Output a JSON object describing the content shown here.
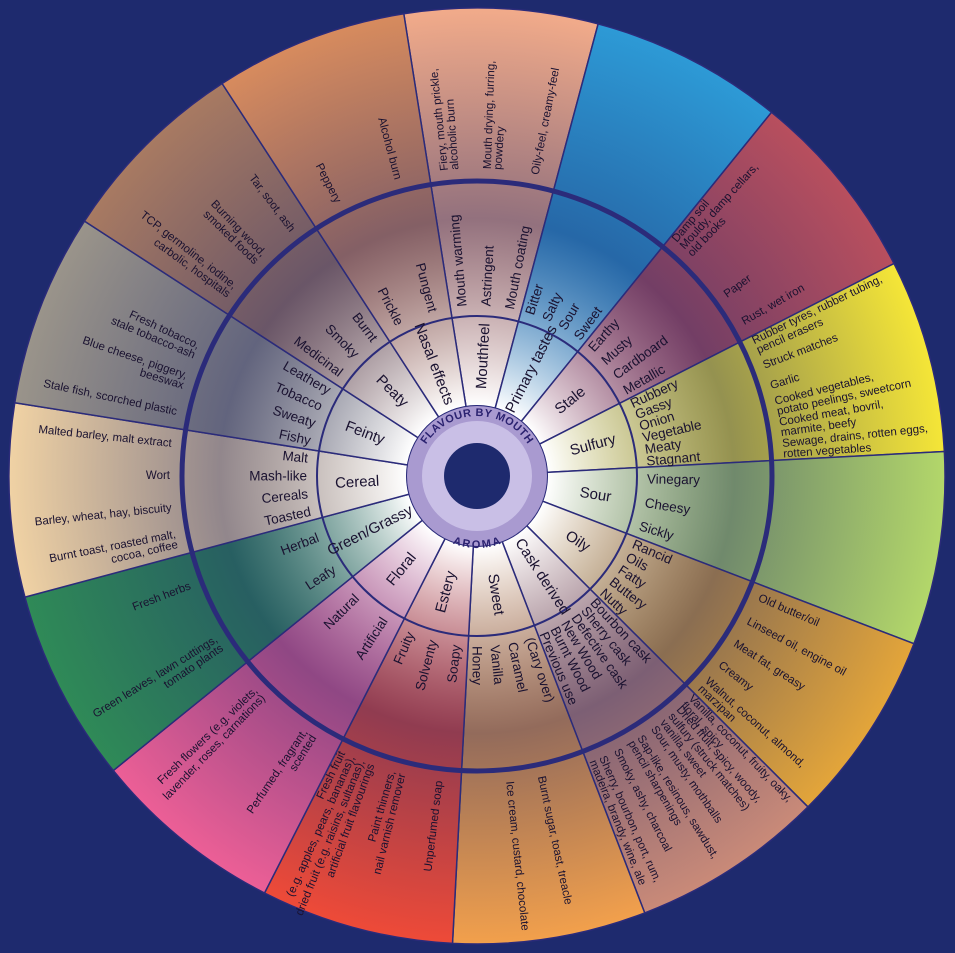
{
  "center": {
    "top_label": "FLAVOUR BY MOUTH",
    "bottom_label": "AROMA"
  },
  "colors": {
    "background": "#1e2a6e",
    "ring_line": "#2b2b7a",
    "hub_outer": "#a99ad0",
    "hub_inner": "#c9bfe6",
    "hub_core": "#1e2a6e"
  },
  "categories": [
    {
      "label": "Mouthfeel",
      "color": "#f2ab8a",
      "subs": [
        {
          "label": "Mouth warming",
          "desc": [
            "Fiery, mouth prickle,",
            "alcoholic burn"
          ]
        },
        {
          "label": "Astringent",
          "desc": [
            "Mouth drying, furring,",
            "powdery"
          ]
        },
        {
          "label": "Mouth coating",
          "desc": [
            "Oily-feel, creamy-feel"
          ]
        }
      ]
    },
    {
      "label": "Primary tastes",
      "color": "#2d9ad6",
      "subs": [
        {
          "label": "Bitter",
          "desc": []
        },
        {
          "label": "Salty",
          "desc": []
        },
        {
          "label": "Sour",
          "desc": []
        },
        {
          "label": "Sweet",
          "desc": []
        }
      ]
    },
    {
      "label": "Stale",
      "color": "#b84f5e",
      "subs": [
        {
          "label": "Earthy",
          "desc": [
            "Damp soil",
            "Mouldy, damp cellars,",
            "old books"
          ]
        },
        {
          "label": "Musty",
          "desc": []
        },
        {
          "label": "Cardboard",
          "desc": [
            "Paper"
          ]
        },
        {
          "label": "Metallic",
          "desc": [
            "Rust, wet iron"
          ]
        }
      ]
    },
    {
      "label": "Sulfury",
      "color": "#f5e637",
      "subs": [
        {
          "label": "Rubbery",
          "desc": [
            "Rubber tyres, rubber tubing,",
            "pencil erasers"
          ]
        },
        {
          "label": "Gassy",
          "desc": [
            "Struck matches"
          ]
        },
        {
          "label": "Onion",
          "desc": [
            "Garlic"
          ]
        },
        {
          "label": "Vegetable",
          "desc": [
            "Cooked vegetables,",
            "potato peelings, sweetcorn"
          ]
        },
        {
          "label": "Meaty",
          "desc": [
            "Cooked meat, bovril,",
            "marmite, beefy"
          ]
        },
        {
          "label": "Stagnant",
          "desc": [
            "Sewage, drains, rotten eggs,",
            "rotten vegetables"
          ]
        }
      ]
    },
    {
      "label": "Sour",
      "color": "#b3d76a",
      "subs": [
        {
          "label": "Vinegary",
          "desc": []
        },
        {
          "label": "Cheesy",
          "desc": []
        },
        {
          "label": "Sickly",
          "desc": []
        }
      ]
    },
    {
      "label": "Oily",
      "color": "#e3a53a",
      "subs": [
        {
          "label": "Rancid",
          "desc": [
            "Old butter/oil"
          ]
        },
        {
          "label": "Oils",
          "desc": [
            "Linseed oil, engine oil"
          ]
        },
        {
          "label": "Fatty",
          "desc": [
            "Meat fat, greasy"
          ]
        },
        {
          "label": "Buttery",
          "desc": [
            "Creamy"
          ]
        },
        {
          "label": "Nutty",
          "desc": [
            "Walnut, coconut, almond,",
            "marzipan"
          ]
        }
      ]
    },
    {
      "label": "Cask derived",
      "color": "#c98a78",
      "subs": [
        {
          "label": "Bourbon cask",
          "desc": [
            "Vanilla, coconut, fruity, oaky,",
            "floral, spicy"
          ]
        },
        {
          "label": "Sherry cask",
          "desc": [
            "Dried fruit, spicy, woody,",
            "sulfury (struck matches)",
            "vanilla, sweet"
          ]
        },
        {
          "label": "Defective cask",
          "desc": [
            "Sour, musty, mothballs"
          ]
        },
        {
          "label": "New Wood",
          "desc": [
            "Sap-like, resinous, sawdust,",
            "pencil sharpenings"
          ]
        },
        {
          "label": "Burnt Wood",
          "desc": [
            "Smoky, ashy, charcoal"
          ]
        },
        {
          "label": "Previous use",
          "desc": [
            "Sherry, bourbon, port, rum,",
            "madeira, brandy, wine, ale"
          ]
        }
      ]
    },
    {
      "label": "Sweet",
      "color": "#f2a04c",
      "subs": [
        {
          "label": "(Cary over)",
          "desc": []
        },
        {
          "label": "Caramel",
          "desc": [
            "Burnt sugar, toast, treacle"
          ]
        },
        {
          "label": "Vanilla",
          "desc": [
            "Ice cream, custard, chocolate"
          ]
        },
        {
          "label": "Honey",
          "desc": []
        }
      ]
    },
    {
      "label": "Estery",
      "color": "#ee4a38",
      "subs": [
        {
          "label": "Soapy",
          "desc": [
            "Unperfumed soap"
          ]
        },
        {
          "label": "Solventy",
          "desc": [
            "Paint thinners,",
            "nail varnish remover"
          ]
        },
        {
          "label": "Fruity",
          "desc": [
            "Fresh fruit",
            "(e.g. apples, pears, bananas),",
            "dried fruit (e.g. raisins, sultanas),",
            "artificial fruit flavourings"
          ]
        }
      ]
    },
    {
      "label": "Floral",
      "color": "#ec5f96",
      "subs": [
        {
          "label": "Artificial",
          "desc": [
            "Perfumed, fragrant,",
            "scented"
          ]
        },
        {
          "label": "Natural",
          "desc": [
            "Fresh flowers (e.g. violets,",
            "lavender, roses, carnations)"
          ]
        }
      ]
    },
    {
      "label": "Green/Grassy",
      "color": "#2f8a57",
      "subs": [
        {
          "label": "Leafy",
          "desc": [
            "Green leaves, lawn cuttings,",
            "tomato plants"
          ]
        },
        {
          "label": "Herbal",
          "desc": [
            "Fresh herbs"
          ]
        }
      ]
    },
    {
      "label": "Cereal",
      "color": "#f0d2a4",
      "subs": [
        {
          "label": "Toasted",
          "desc": [
            "Burnt toast, roasted malt,",
            "cocoa, coffee"
          ]
        },
        {
          "label": "Cereals",
          "desc": [
            "Barley, wheat, hay, biscuity"
          ]
        },
        {
          "label": "Mash-like",
          "desc": [
            "Wort"
          ]
        },
        {
          "label": "Malt",
          "desc": [
            "Malted barley, malt extract"
          ]
        }
      ]
    },
    {
      "label": "Feinty",
      "color": "#9a948a",
      "subs": [
        {
          "label": "Fishy",
          "desc": [
            "Stale fish, scorched plastic"
          ]
        },
        {
          "label": "Sweaty",
          "desc": [
            "Blue cheese, piggery,",
            "beeswax"
          ]
        },
        {
          "label": "Tobacco",
          "desc": [
            "Fresh tobacco,",
            "stale tobacco-ash"
          ]
        },
        {
          "label": "Leathery",
          "desc": []
        }
      ]
    },
    {
      "label": "Peaty",
      "color": "#a87a62",
      "subs": [
        {
          "label": "Medicinal",
          "desc": [
            "TCP, germoline, iodine,",
            "carbolic, hospitals"
          ]
        },
        {
          "label": "Smoky",
          "desc": [
            "Burning wood,",
            "smoked foods"
          ]
        },
        {
          "label": "Burnt",
          "desc": [
            "Tar, soot, ash"
          ]
        }
      ]
    },
    {
      "label": "Nasal effects",
      "color": "#d78b5e",
      "subs": [
        {
          "label": "Prickle",
          "desc": [
            "Peppery"
          ]
        },
        {
          "label": "Pungent",
          "desc": [
            "Alcohol burn"
          ]
        }
      ]
    }
  ]
}
